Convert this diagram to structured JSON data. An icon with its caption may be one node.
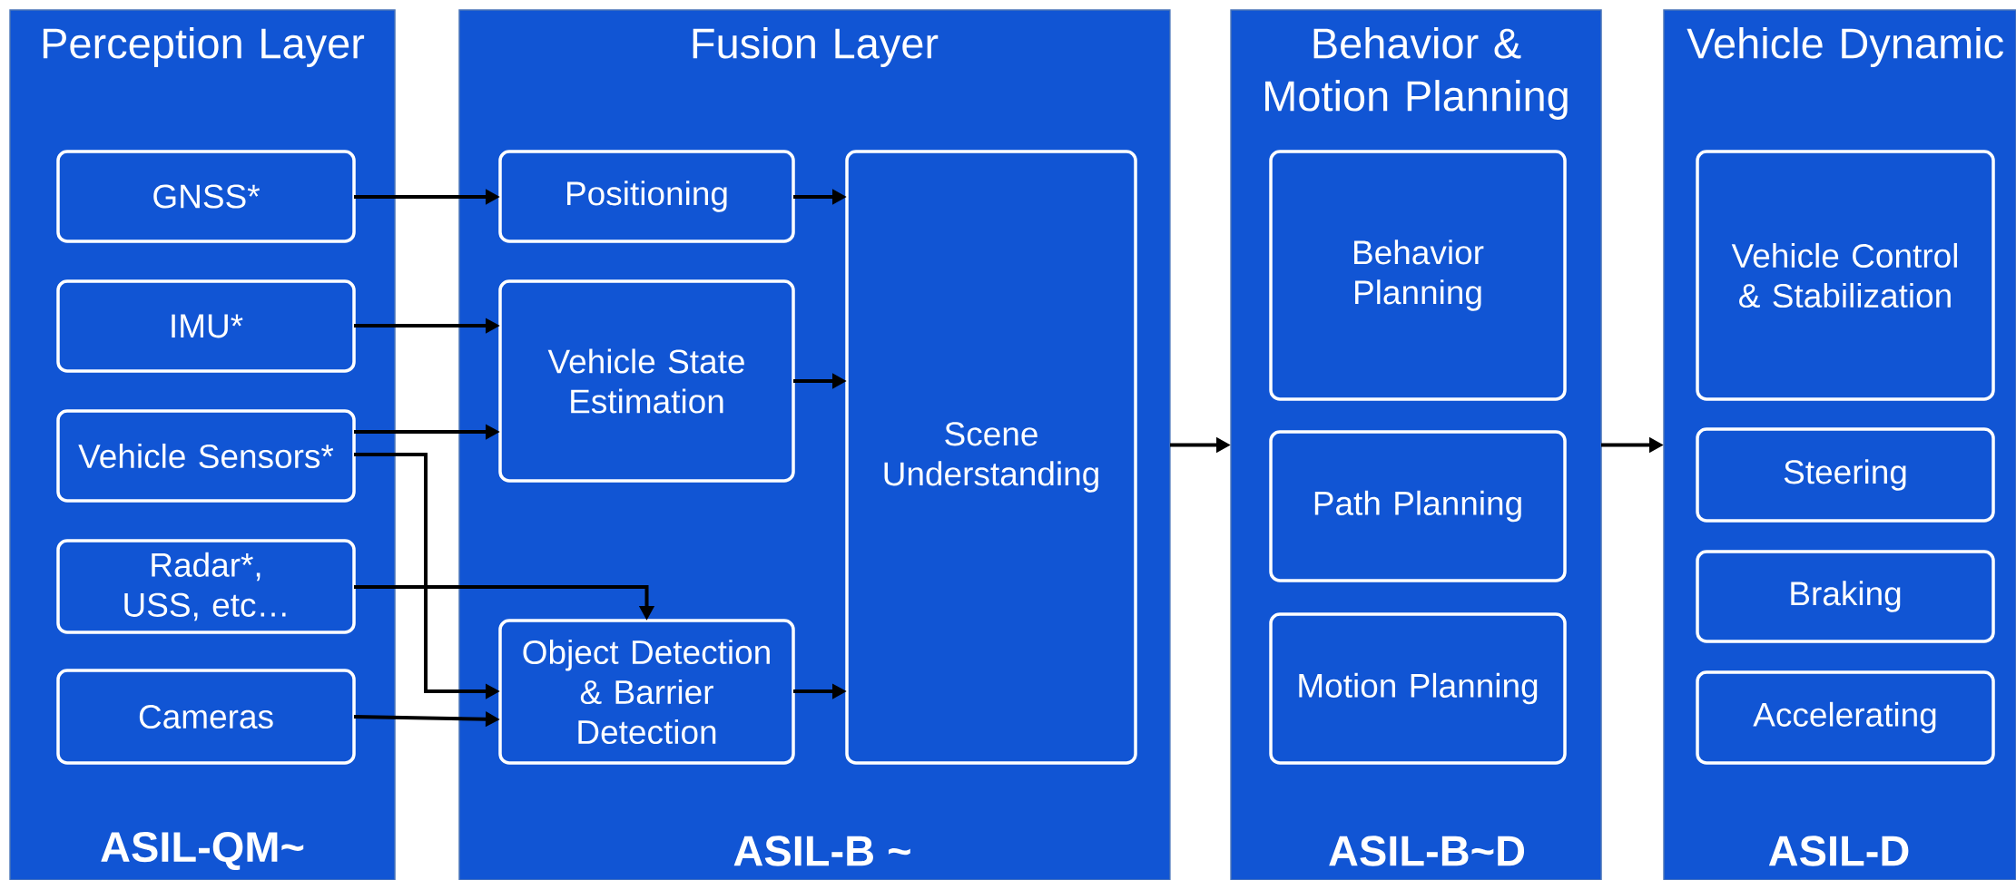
{
  "diagram": {
    "nodes": [
      {
        "text": [
          "Perception Layer",
          "ASIL-QM~"
        ]
      },
      {
        "text": [
          "GNSS*"
        ],
        "in": 0
      },
      {
        "text": [
          "IMU*"
        ],
        "in": 0
      },
      {
        "text": [
          "Vehicle Sensors*"
        ],
        "in": 0
      },
      {
        "text": [
          "Radar*, USS, etc…"
        ],
        "in": 0
      },
      {
        "text": [
          "Cameras"
        ],
        "in": 0
      },
      {
        "text": [
          "Fusion Layer",
          "ASIL-B ~"
        ]
      },
      {
        "text": [
          "Positioning"
        ],
        "in": 6
      },
      {
        "text": [
          "Vehicle State Estimation"
        ],
        "in": 6
      },
      {
        "text": [
          "Object Detection & Barrier Detection"
        ],
        "in": 6
      },
      {
        "text": [
          "Scene Understanding"
        ],
        "in": 6
      },
      {
        "text": [
          "Behavior & Motion Planning",
          "ASIL-B~D"
        ]
      },
      {
        "text": [
          "Behavior Planning"
        ],
        "in": 11
      },
      {
        "text": [
          "Path Planning"
        ],
        "in": 11
      },
      {
        "text": [
          "Motion Planning"
        ],
        "in": 11
      },
      {
        "text": [
          "Vehicle Dynamic",
          "ASIL-D"
        ]
      },
      {
        "text": [
          "Vehicle Control & Stabilization"
        ],
        "in": 15
      },
      {
        "text": [
          "Steering"
        ],
        "in": 15
      },
      {
        "text": [
          "Braking"
        ],
        "in": 15
      },
      {
        "text": [
          "Accelerating"
        ],
        "in": 15
      }
    ],
    "edges": [
      {
        "from": 1,
        "to": 7,
        "arrow": "to"
      },
      {
        "from": 2,
        "to": 8,
        "arrow": "to"
      },
      {
        "from": 3,
        "to": 8,
        "arrow": "to"
      },
      {
        "from": 3,
        "to": 9,
        "arrow": "to"
      },
      {
        "from": 4,
        "to": 9,
        "arrow": "to"
      },
      {
        "from": 5,
        "to": 9,
        "arrow": "to"
      },
      {
        "from": 7,
        "to": 10,
        "arrow": "to"
      },
      {
        "from": 8,
        "to": 10,
        "arrow": "to"
      },
      {
        "from": 9,
        "to": 10,
        "arrow": "to"
      },
      {
        "from": 6,
        "to": 11,
        "arrow": "to"
      },
      {
        "from": 11,
        "to": 15,
        "arrow": "to"
      }
    ]
  }
}
